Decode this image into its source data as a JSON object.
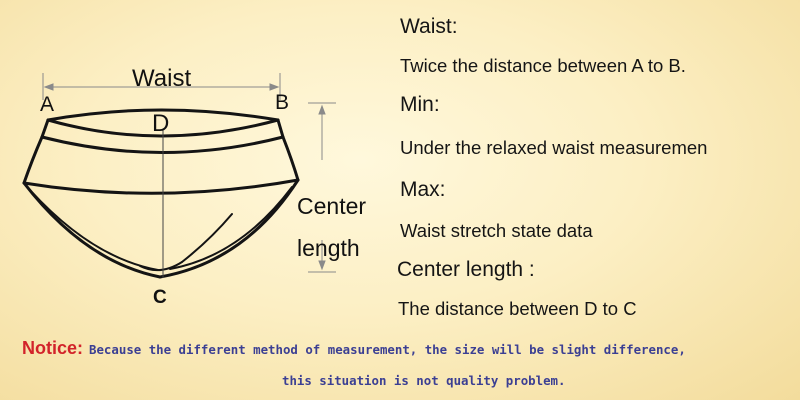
{
  "diagram": {
    "waist_label": "Waist",
    "point_a": "A",
    "point_b": "B",
    "point_c": "C",
    "point_d": "D",
    "center_label_line1": "Center",
    "center_label_line2": "length"
  },
  "definitions": [
    {
      "term": "Waist:",
      "description": "Twice the distance between A to B."
    },
    {
      "term": "Min:",
      "description": "Under the relaxed waist measuremen"
    },
    {
      "term": "Max:",
      "description": "Waist stretch state data"
    },
    {
      "term": "Center length :",
      "description": "The distance between D to C"
    }
  ],
  "notice": {
    "label": "Notice:",
    "line1": "Because the different method of measurement, the size will be slight difference,",
    "line2": "this situation is not quality problem."
  },
  "colors": {
    "notice_label": "#d2232a",
    "notice_text": "#3b3f93",
    "background": "#fcefc4"
  }
}
